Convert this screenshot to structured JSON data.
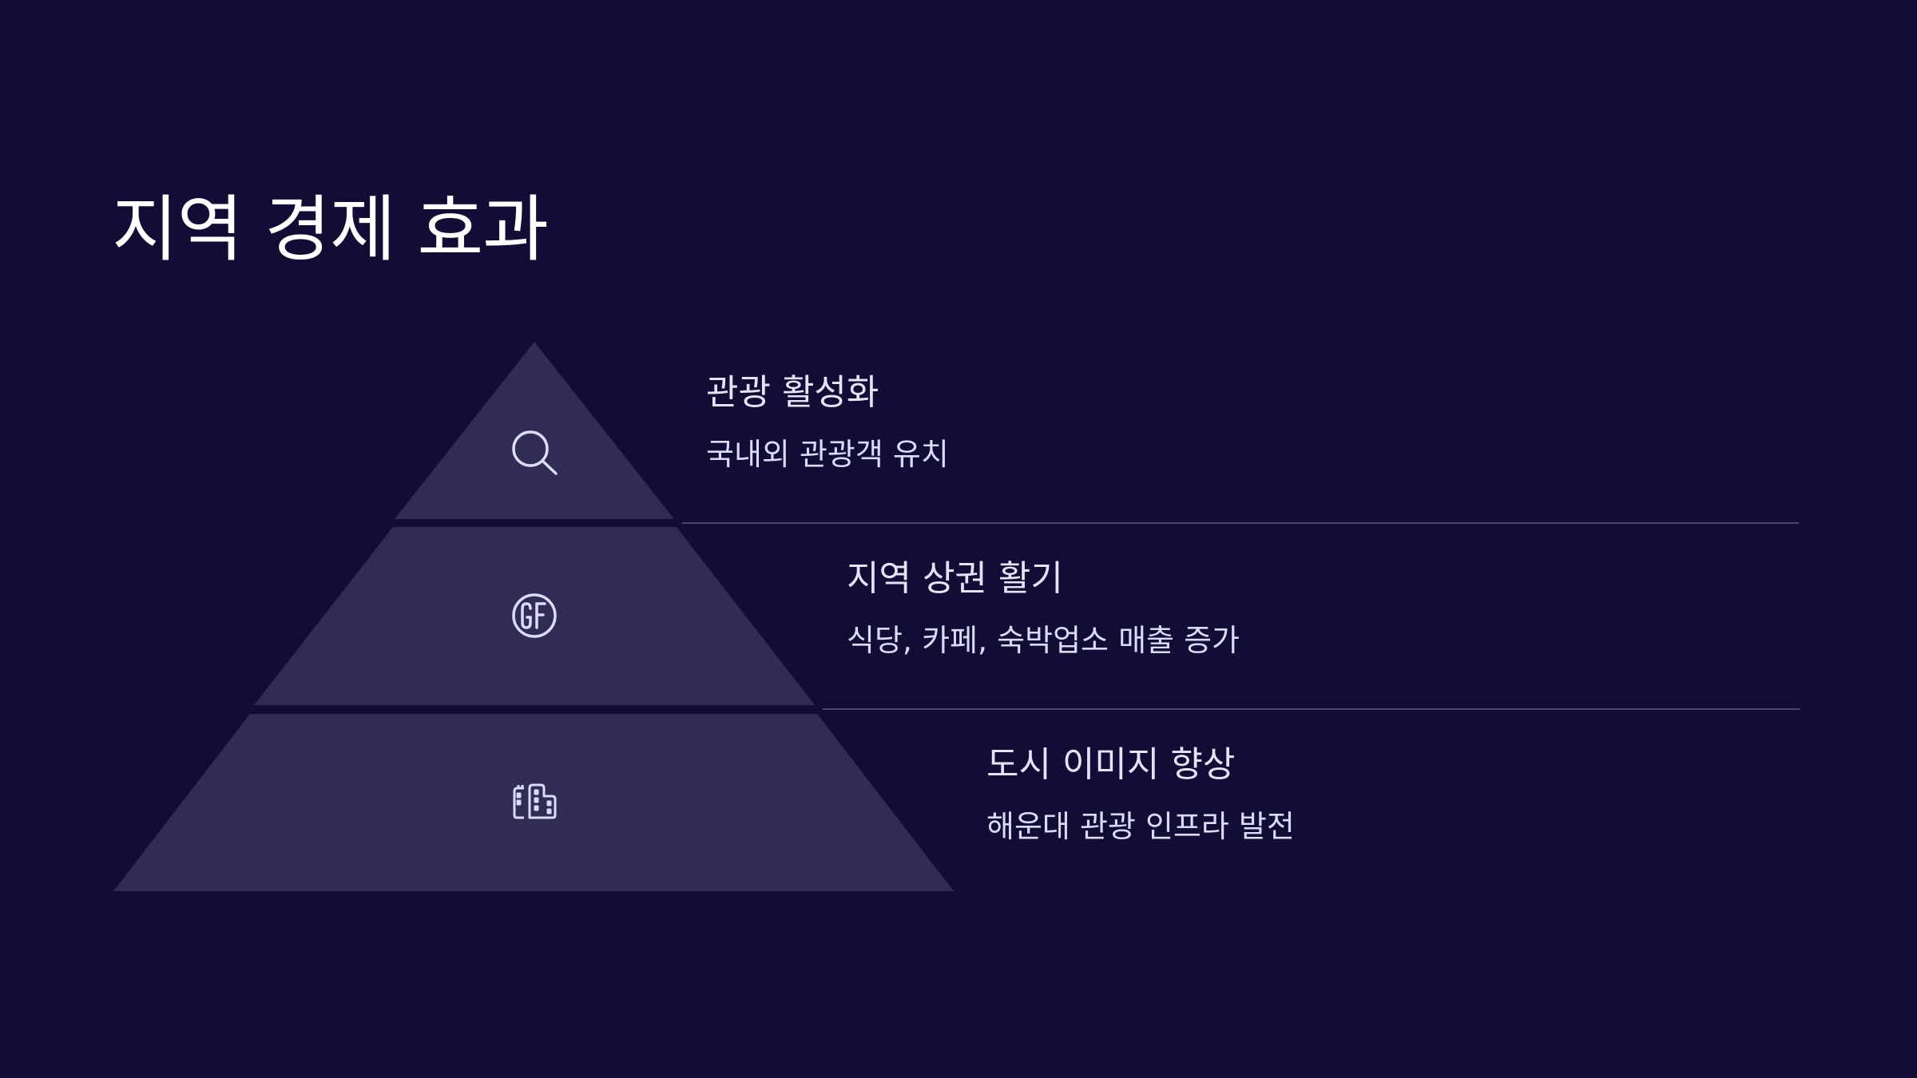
{
  "title": "지역 경제 효과",
  "colors": {
    "background": "#110d35",
    "tier_fill": "#312c54",
    "icon_stroke": "#dcdcf7",
    "divider": "#4a4670",
    "text": "#e4e3f8"
  },
  "tiers": [
    {
      "icon": "search-icon",
      "heading": "관광 활성화",
      "description": "국내외 관광객 유치"
    },
    {
      "icon": "gf-badge-icon",
      "heading": "지역 상권 활기",
      "description": "식당, 카페, 숙박업소 매출 증가"
    },
    {
      "icon": "buildings-icon",
      "heading": "도시 이미지 향상",
      "description": "해운대 관광 인프라 발전"
    }
  ]
}
